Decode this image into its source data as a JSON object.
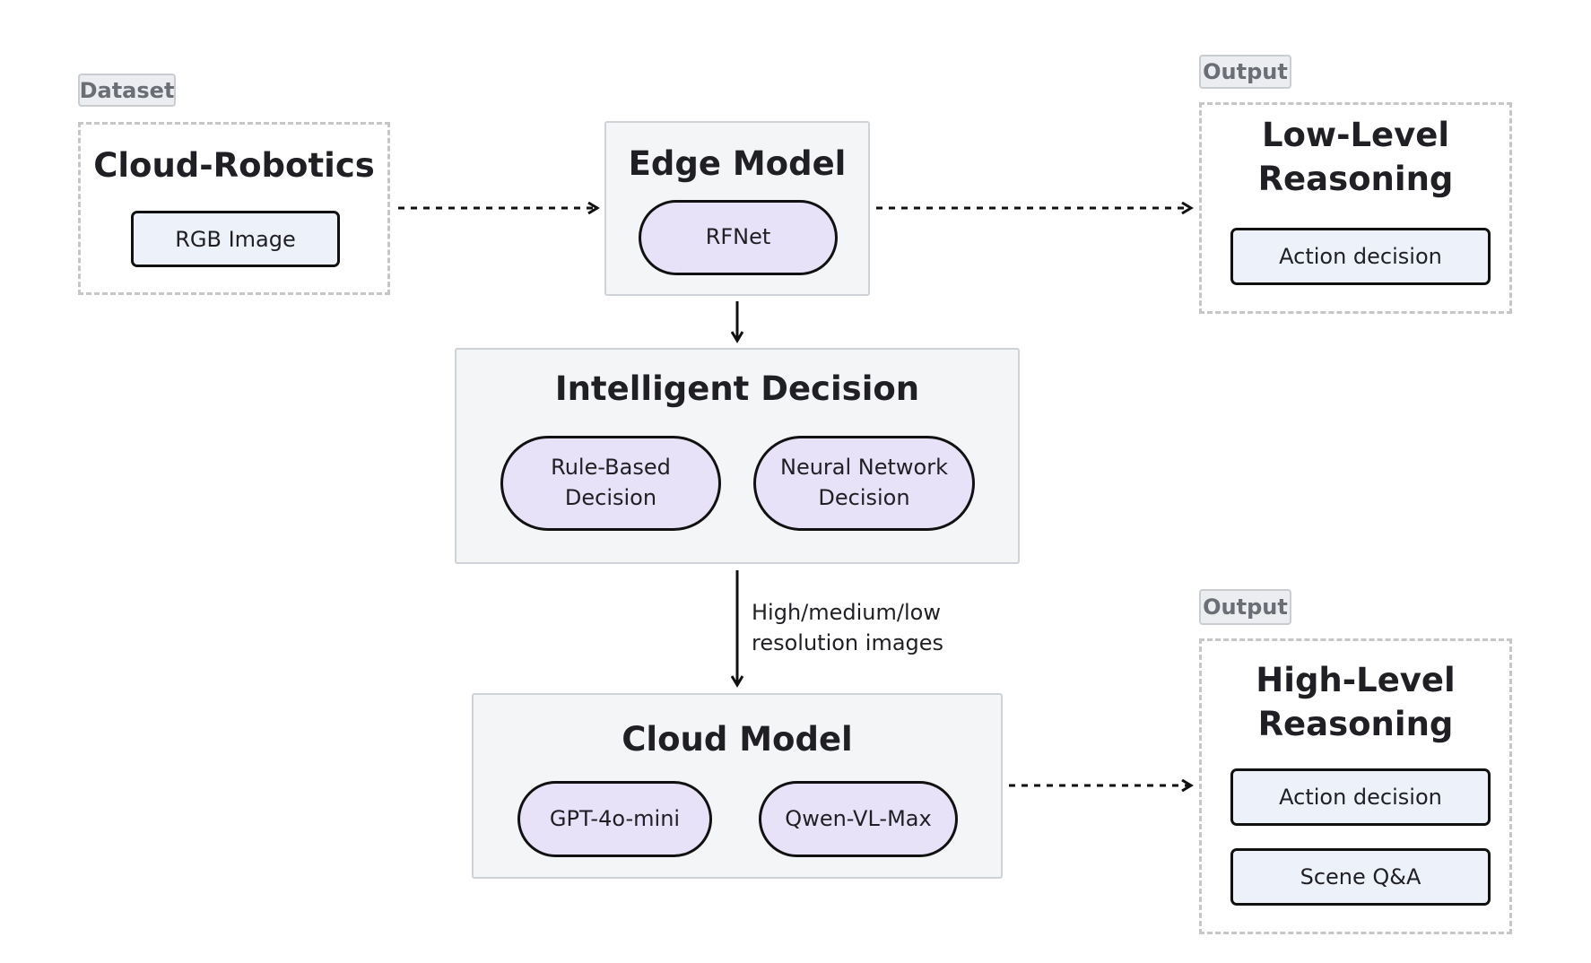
{
  "dataset_group": {
    "tag": "Dataset",
    "title": "Cloud-Robotics",
    "input": "RGB Image"
  },
  "edge_model": {
    "title": "Edge Model",
    "model": "RFNet"
  },
  "intelligent_decision": {
    "title": "Intelligent Decision",
    "rule_based_line1": "Rule-Based",
    "rule_based_line2": "Decision",
    "neural_line1": "Neural Network",
    "neural_line2": "Decision"
  },
  "edge_label": {
    "line1": "High/medium/low",
    "line2": "resolution images"
  },
  "cloud_model": {
    "title": "Cloud Model",
    "model1": "GPT-4o-mini",
    "model2": "Qwen-VL-Max"
  },
  "output_low": {
    "tag": "Output",
    "title_line1": "Low-Level",
    "title_line2": "Reasoning",
    "item1": "Action decision"
  },
  "output_high": {
    "tag": "Output",
    "title_line1": "High-Level",
    "title_line2": "Reasoning",
    "item1": "Action decision",
    "item2": "Scene Q&A"
  }
}
